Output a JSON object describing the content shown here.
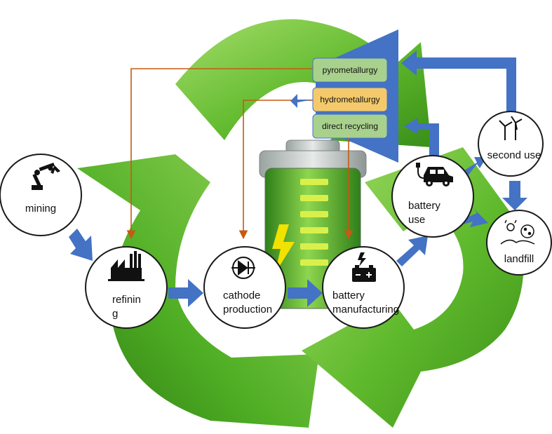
{
  "nodes": {
    "mining": {
      "label": "mining"
    },
    "refining": {
      "line1": "refinin",
      "line2": "g"
    },
    "cathode": {
      "line1": "cathode",
      "line2": "production"
    },
    "manufacturing": {
      "line1": "battery",
      "line2": "manufacturing"
    },
    "battery_use": {
      "line1": "battery",
      "line2": "use"
    },
    "second_use": {
      "label": "second use"
    },
    "landfill": {
      "label": "landfill"
    }
  },
  "recycling": {
    "pyro": {
      "label": "pyrometallurgy"
    },
    "hydro": {
      "label": "hydrometallurgy"
    },
    "direct": {
      "label": "direct recycling"
    }
  },
  "colors": {
    "green_dark": "#3e9b1e",
    "green_light": "#8fd24f",
    "arrow_blue": "#4472c4",
    "line_orange": "#c55a11",
    "box_green": "#a9d18e",
    "box_yellow": "#f4c96b"
  },
  "icons": [
    "robot-arm-icon",
    "factory-icon",
    "diode-icon",
    "battery-charge-icon",
    "car-charging-icon",
    "wind-turbine-icon",
    "landfill-icon",
    "battery-icon"
  ]
}
